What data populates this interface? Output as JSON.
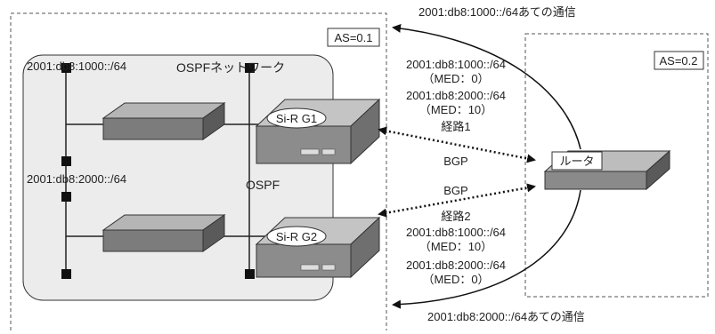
{
  "as_left": "AS=0.1",
  "as_right": "AS=0.2",
  "net_1000": "2001:db8:1000::/64",
  "net_2000": "2001:db8:2000::/64",
  "ospf_network_label": "OSPFネットワーク",
  "ospf_label": "OSPF",
  "router_g1": "Si-R G1",
  "router_g2": "Si-R G2",
  "remote_router": "ルータ",
  "route1": {
    "prefix_a": "2001:db8:1000::/64",
    "med_a": "（MED：0）",
    "prefix_b": "2001:db8:2000::/64",
    "med_b": "（MED：10）",
    "path": "経路1",
    "protocol": "BGP"
  },
  "route2": {
    "protocol": "BGP",
    "path": "経路2",
    "prefix_a": "2001:db8:1000::/64",
    "med_a": "（MED：10）",
    "prefix_b": "2001:db8:2000::/64",
    "med_b": "（MED：0）"
  },
  "traffic_top": "2001:db8:1000::/64あての通信",
  "traffic_bottom": "2001:db8:2000::/64あての通信"
}
